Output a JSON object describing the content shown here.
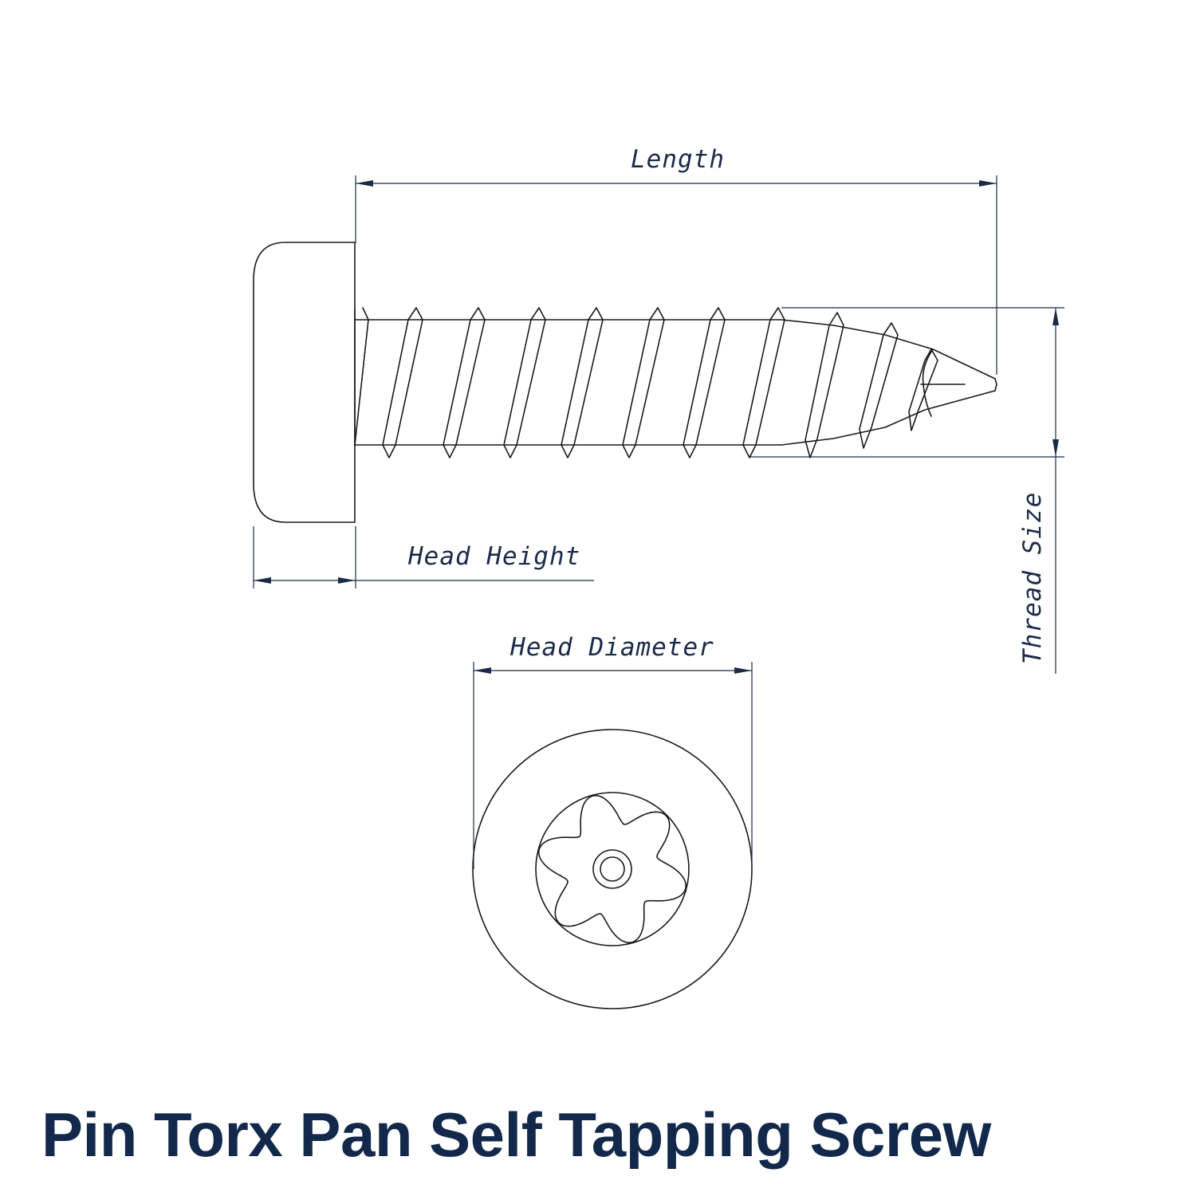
{
  "diagram": {
    "title": "Pin Torx Pan Self Tapping Screw",
    "labels": {
      "length": "Length",
      "head_height": "Head Height",
      "thread_size": "Thread Size",
      "head_diameter": "Head Diameter"
    },
    "colors": {
      "text": "#13294b",
      "dimension_lines": "#1b2b47",
      "outline": "#1a1a1a",
      "background": "#ffffff"
    }
  }
}
